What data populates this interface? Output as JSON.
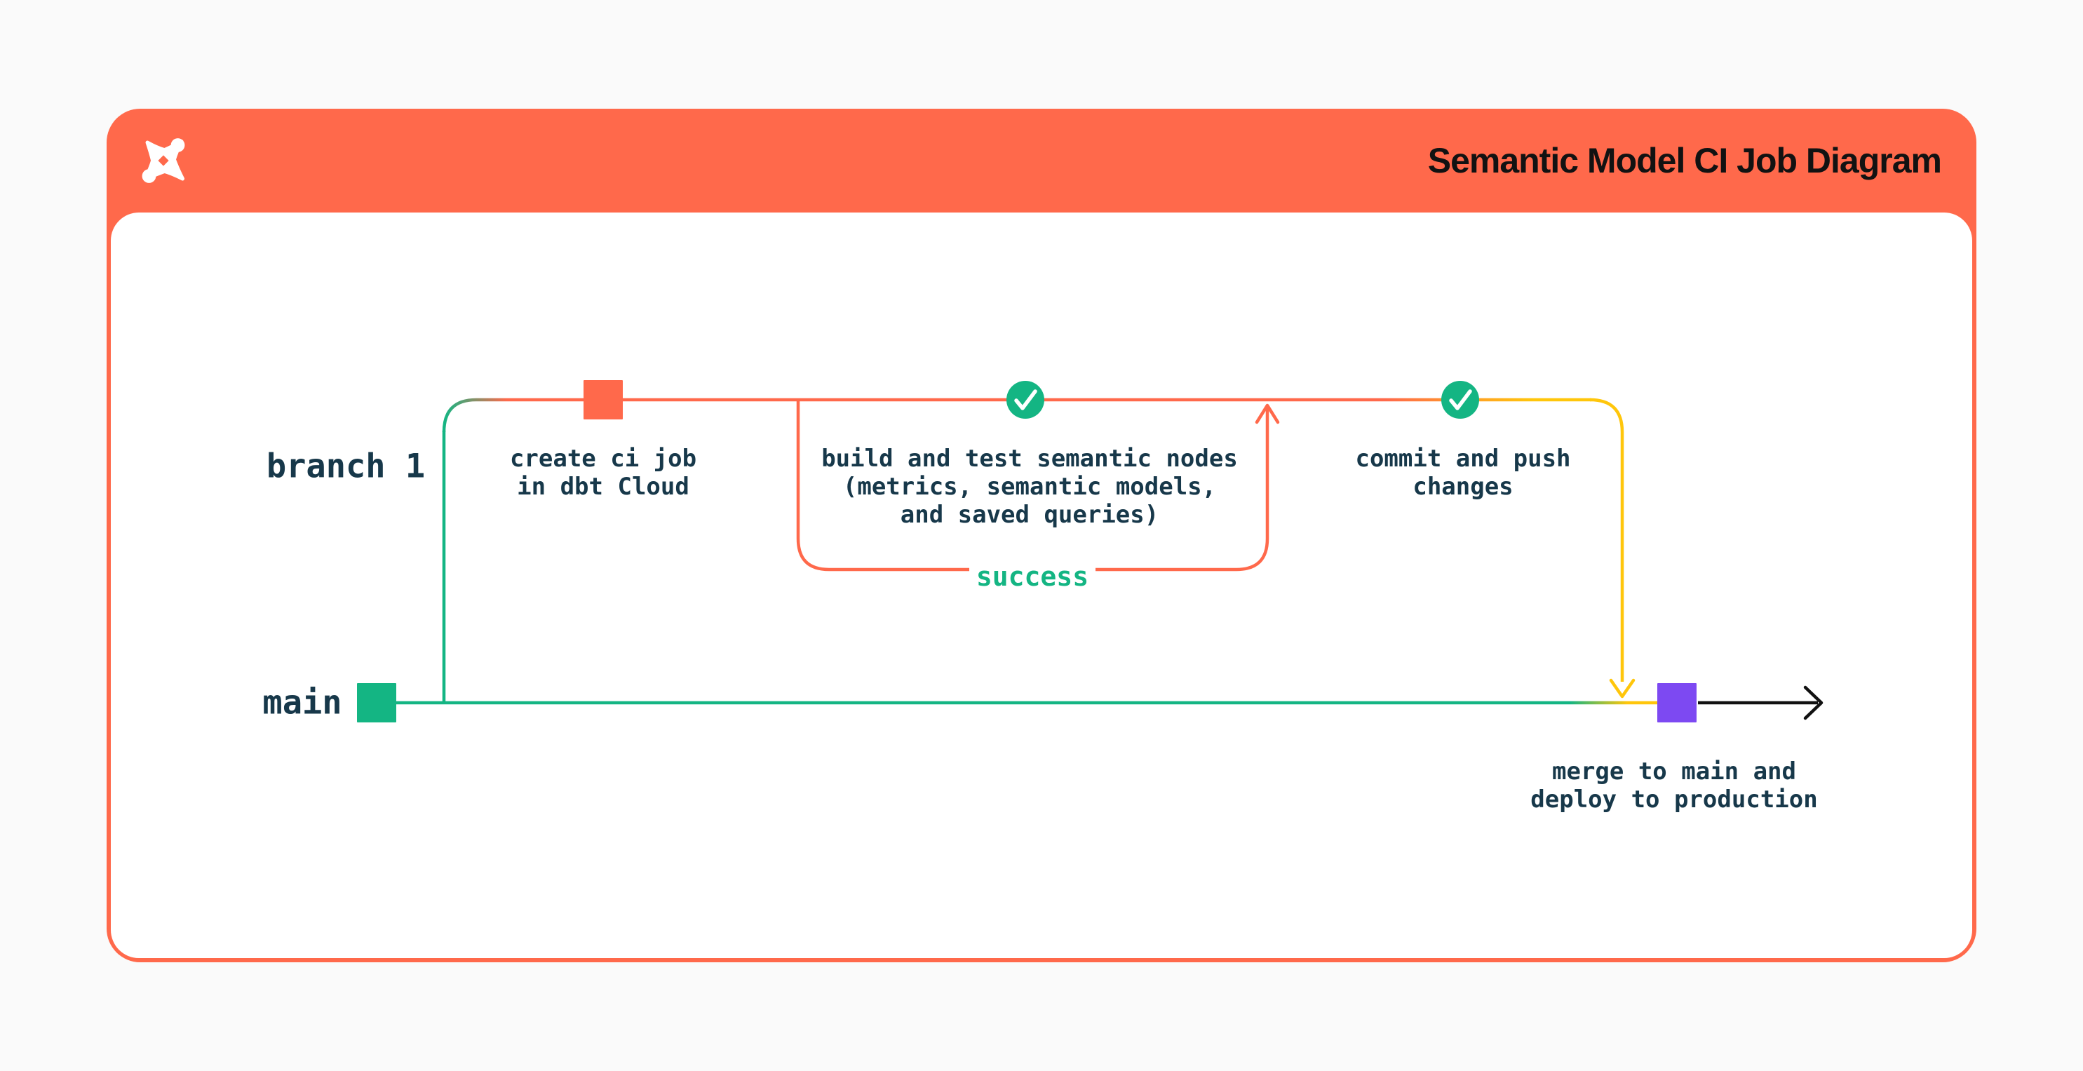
{
  "header": {
    "title": "Semantic Model CI Job Diagram",
    "logo": "dbt-logo"
  },
  "diagram": {
    "branches": [
      {
        "id": "branch-1",
        "label": "branch 1"
      },
      {
        "id": "main",
        "label": "main"
      }
    ],
    "nodes": [
      {
        "id": "create-ci-job",
        "label": "create ci job\nin dbt Cloud",
        "marker": "square",
        "marker_color": "#FF694B"
      },
      {
        "id": "build-test-semantic-nodes",
        "label": "build and test semantic nodes\n(metrics, semantic models,\nand saved queries)",
        "marker": "check-circle",
        "marker_color": "#14B583"
      },
      {
        "id": "commit-push-changes",
        "label": "commit and push\nchanges",
        "marker": "check-circle",
        "marker_color": "#14B583"
      },
      {
        "id": "merge-deploy",
        "label": "merge to main and\ndeploy to production",
        "marker": "square",
        "marker_color": "#7D49F2"
      }
    ],
    "edge_labels": [
      {
        "id": "success",
        "label": "success"
      }
    ],
    "colors": {
      "orange": "#FF694B",
      "green": "#14B583",
      "yellow": "#FFC60B",
      "purple": "#7D49F2",
      "ink": "#17384A",
      "arrow_black": "#111111",
      "card_body": "#FFFFFF",
      "page_background": "#FAFAFA"
    }
  }
}
